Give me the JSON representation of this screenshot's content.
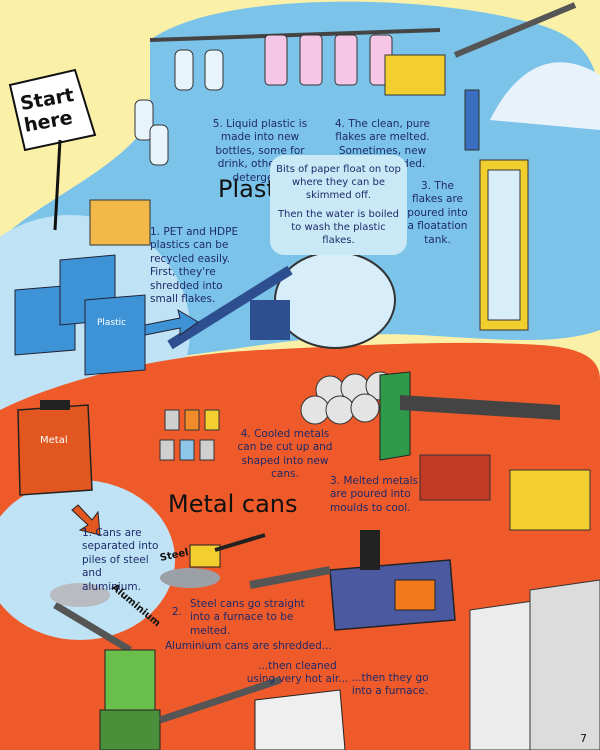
{
  "start_sign": {
    "line1": "Start",
    "line2": "here"
  },
  "plastic": {
    "title": "Plastic",
    "step1": "1. PET and HDPE plastics can be recycled easily. First, they're shredded into small flakes.",
    "step3": "3. The flakes are poured into a floatation tank.",
    "step4": "4. The clean, pure flakes are melted. Sometimes, new plastic is added.",
    "step5": "5. Liquid plastic is made into new bottles, some for drink, others for detergent.",
    "callout_p1": "Bits of paper float on top where they can be skimmed off.",
    "callout_p2": "Then the water is boiled to wash the plastic flakes.",
    "bin_label": "Plastic"
  },
  "metal": {
    "title": "Metal cans",
    "bin_label": "Metal",
    "step1": "1. Cans are separated into piles of steel and aluminium.",
    "step2_label": "2.",
    "step2": "Steel cans go straight into a furnace to be melted.",
    "step3": "3. Melted metals are poured into moulds to cool.",
    "step4": "4. Cooled metals can be cut up and shaped into new cans.",
    "aluminium_shredded": "Aluminium cans are shredded...",
    "cleaned": "...then cleaned using very hot air...",
    "furnace": "...then they go into a furnace.",
    "label_steel": "Steel",
    "label_aluminium": "Aluminium"
  },
  "page_number": "7",
  "colors": {
    "background": "#fbf0a8",
    "plastic_blue": "#7cc3ea",
    "metal_orange": "#ef5a2a",
    "ink": "#1e2a6a"
  }
}
